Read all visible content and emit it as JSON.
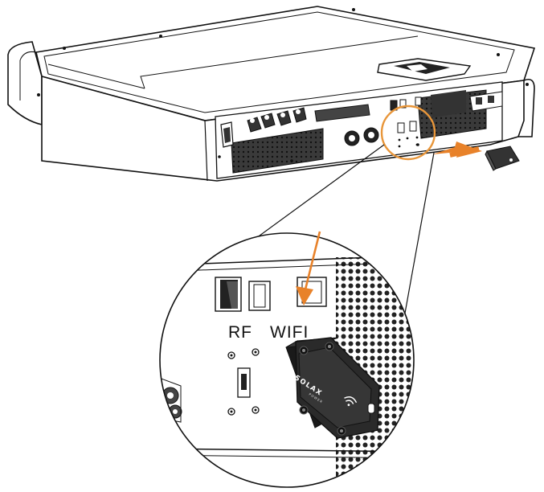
{
  "diagram": {
    "port_labels": {
      "rf": "RF",
      "wifi": "WIFI"
    },
    "dongle": {
      "brand": "SOLAX",
      "sub_brand": "POWER",
      "icon": "wifi-icon"
    },
    "colors": {
      "accent_arrow": "#E8822A",
      "highlight_circle": "#E8963A",
      "line": "#111111",
      "dongle_body": "#2a2a2a"
    }
  }
}
